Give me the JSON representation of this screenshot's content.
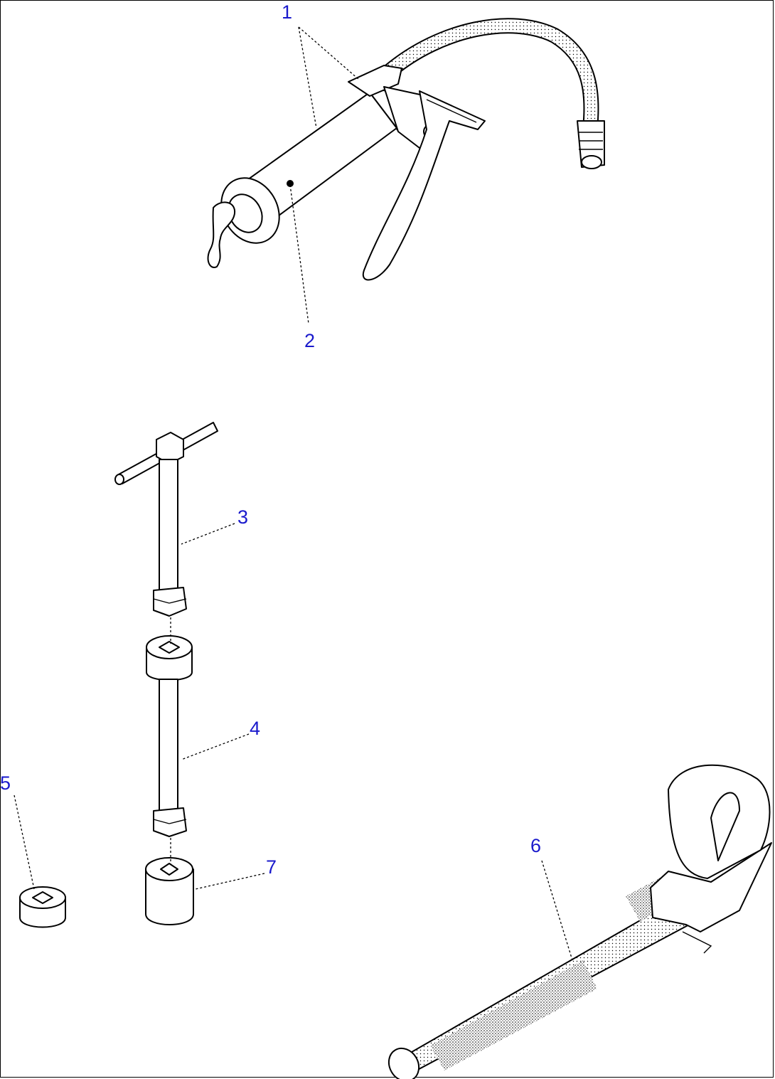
{
  "colors": {
    "ink": "#000000",
    "callout": "#1a1acc",
    "paper": "#ffffff"
  },
  "callouts": {
    "c1": "1",
    "c2": "2",
    "c3": "3",
    "c4": "4",
    "c5": "5",
    "c6": "6",
    "c7": "7"
  }
}
